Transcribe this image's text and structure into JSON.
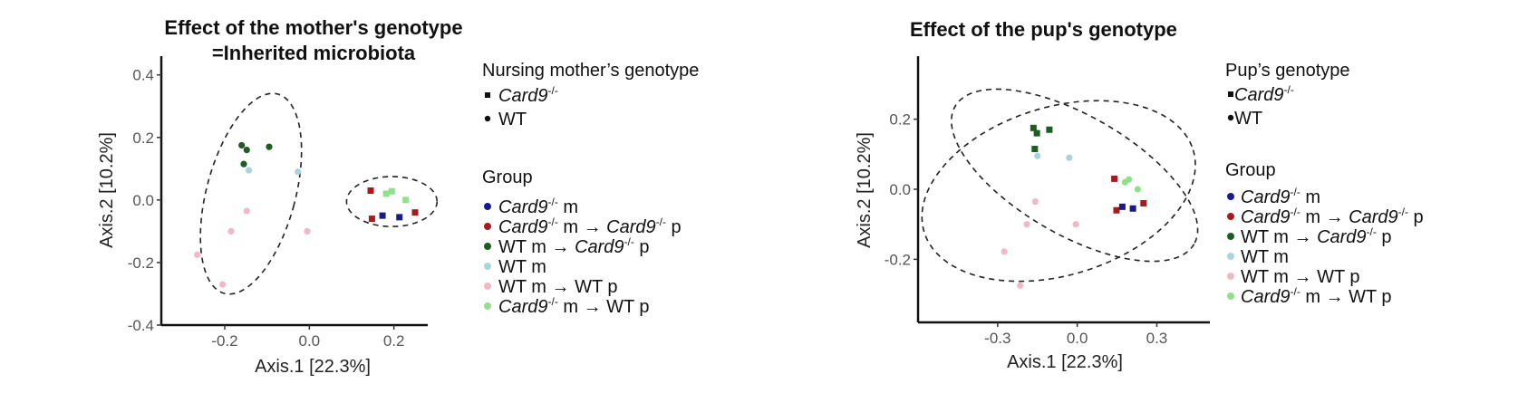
{
  "colors": {
    "card9_m": "#1a1a8c",
    "card9_m_to_card9_p": "#a61b1b",
    "wt_m_to_card9_p": "#1b5e20",
    "wt_m": "#a8d4dc",
    "wt_m_to_wt_p": "#f2b8c6",
    "card9_m_to_wt_p": "#90e08c"
  },
  "legend_shapes": {
    "title": "",
    "items": [
      {
        "shape": "square",
        "name": "Card9",
        "sup": "-/-",
        "italic": true
      },
      {
        "shape": "circle",
        "name": "WT",
        "sup": "",
        "italic": false
      }
    ]
  },
  "legend_groups": {
    "title": "Group",
    "items": [
      {
        "key": "card9_m",
        "parts": [
          {
            "t": "Card9",
            "i": true
          },
          {
            "t": "-/-",
            "sup": true
          },
          {
            "t": " m"
          }
        ]
      },
      {
        "key": "card9_m_to_card9_p",
        "parts": [
          {
            "t": "Card9",
            "i": true
          },
          {
            "t": "-/-",
            "sup": true
          },
          {
            "t": " m → "
          },
          {
            "t": "Card9",
            "i": true
          },
          {
            "t": "-/-",
            "sup": true
          },
          {
            "t": " p"
          }
        ]
      },
      {
        "key": "wt_m_to_card9_p",
        "parts": [
          {
            "t": "WT m → "
          },
          {
            "t": "Card9",
            "i": true
          },
          {
            "t": "-/-",
            "sup": true
          },
          {
            "t": " p"
          }
        ]
      },
      {
        "key": "wt_m",
        "parts": [
          {
            "t": "WT m"
          }
        ]
      },
      {
        "key": "wt_m_to_wt_p",
        "parts": [
          {
            "t": "WT m → WT p"
          }
        ]
      },
      {
        "key": "card9_m_to_wt_p",
        "parts": [
          {
            "t": "Card9",
            "i": true
          },
          {
            "t": "-/-",
            "sup": true
          },
          {
            "t": " m → WT p"
          }
        ]
      }
    ]
  },
  "chart_data": [
    {
      "type": "scatter",
      "title_lines": [
        "Effect of the mother's genotype",
        "=Inherited microbiota"
      ],
      "xlabel": "Axis.1   [22.3%]",
      "ylabel": "Axis.2   [10.2%]",
      "xlim": [
        -0.35,
        0.28
      ],
      "ylim": [
        -0.4,
        0.46
      ],
      "xticks": [
        -0.2,
        0.0,
        0.2
      ],
      "xtick_labels": [
        "-0.2",
        "0.0",
        "0.2"
      ],
      "yticks": [
        -0.4,
        -0.2,
        0.0,
        0.2,
        0.4
      ],
      "ytick_labels": [
        "-0.4",
        "-0.2",
        "0.0",
        "0.2",
        "0.4"
      ],
      "shape_legend_title": "Nursing mother’s genotype",
      "ellipses": [
        {
          "cx": -0.138,
          "cy": 0.02,
          "rx": 0.105,
          "ry": 0.33,
          "angle": 15
        },
        {
          "cx": 0.195,
          "cy": -0.005,
          "rx": 0.107,
          "ry": 0.08,
          "angle": 0
        }
      ],
      "points": [
        {
          "x": -0.16,
          "y": 0.175,
          "group": "wt_m_to_card9_p",
          "shape": "circle"
        },
        {
          "x": -0.148,
          "y": 0.16,
          "group": "wt_m_to_card9_p",
          "shape": "circle"
        },
        {
          "x": -0.095,
          "y": 0.17,
          "group": "wt_m_to_card9_p",
          "shape": "circle"
        },
        {
          "x": -0.155,
          "y": 0.115,
          "group": "wt_m_to_card9_p",
          "shape": "circle"
        },
        {
          "x": -0.143,
          "y": 0.095,
          "group": "wt_m",
          "shape": "circle"
        },
        {
          "x": -0.027,
          "y": 0.09,
          "group": "wt_m",
          "shape": "circle"
        },
        {
          "x": -0.148,
          "y": -0.035,
          "group": "wt_m_to_wt_p",
          "shape": "circle"
        },
        {
          "x": -0.005,
          "y": -0.1,
          "group": "wt_m_to_wt_p",
          "shape": "circle"
        },
        {
          "x": -0.185,
          "y": -0.1,
          "group": "wt_m_to_wt_p",
          "shape": "circle"
        },
        {
          "x": -0.265,
          "y": -0.175,
          "group": "wt_m_to_wt_p",
          "shape": "circle"
        },
        {
          "x": -0.205,
          "y": -0.27,
          "group": "wt_m_to_wt_p",
          "shape": "circle"
        },
        {
          "x": 0.145,
          "y": 0.03,
          "group": "card9_m_to_card9_p",
          "shape": "square"
        },
        {
          "x": 0.148,
          "y": -0.06,
          "group": "card9_m_to_card9_p",
          "shape": "square"
        },
        {
          "x": 0.25,
          "y": -0.04,
          "group": "card9_m_to_card9_p",
          "shape": "square"
        },
        {
          "x": 0.173,
          "y": -0.05,
          "group": "card9_m",
          "shape": "square"
        },
        {
          "x": 0.213,
          "y": -0.055,
          "group": "card9_m",
          "shape": "square"
        },
        {
          "x": 0.182,
          "y": 0.02,
          "group": "card9_m_to_wt_p",
          "shape": "square"
        },
        {
          "x": 0.195,
          "y": 0.028,
          "group": "card9_m_to_wt_p",
          "shape": "square"
        },
        {
          "x": 0.228,
          "y": 0.0,
          "group": "card9_m_to_wt_p",
          "shape": "square"
        }
      ]
    },
    {
      "type": "scatter",
      "title_lines": [
        "Effect of the pup's genotype"
      ],
      "xlabel": "Axis.1   [22.3%]",
      "ylabel": "Axis.2   [10.2%]",
      "xlim": [
        -0.6,
        0.5
      ],
      "ylim": [
        -0.38,
        0.38
      ],
      "xticks": [
        -0.3,
        0.0,
        0.3
      ],
      "xtick_labels": [
        "-0.3",
        "0.0",
        "0.3"
      ],
      "yticks": [
        -0.2,
        0.0,
        0.2
      ],
      "ytick_labels": [
        "-0.2",
        "0.0",
        "0.2"
      ],
      "shape_legend_title": "Pup’s genotype",
      "ellipses": [
        {
          "cx": -0.07,
          "cy": -0.005,
          "rx": 0.53,
          "ry": 0.24,
          "angle": -17
        },
        {
          "cx": -0.01,
          "cy": 0.04,
          "rx": 0.52,
          "ry": 0.17,
          "angle": 30
        }
      ],
      "points": [
        {
          "x": -0.165,
          "y": 0.175,
          "group": "wt_m_to_card9_p",
          "shape": "square"
        },
        {
          "x": -0.152,
          "y": 0.16,
          "group": "wt_m_to_card9_p",
          "shape": "square"
        },
        {
          "x": -0.105,
          "y": 0.17,
          "group": "wt_m_to_card9_p",
          "shape": "square"
        },
        {
          "x": -0.16,
          "y": 0.115,
          "group": "wt_m_to_card9_p",
          "shape": "square"
        },
        {
          "x": -0.15,
          "y": 0.095,
          "group": "wt_m",
          "shape": "circle"
        },
        {
          "x": -0.03,
          "y": 0.09,
          "group": "wt_m",
          "shape": "circle"
        },
        {
          "x": -0.158,
          "y": -0.035,
          "group": "wt_m_to_wt_p",
          "shape": "circle"
        },
        {
          "x": -0.005,
          "y": -0.1,
          "group": "wt_m_to_wt_p",
          "shape": "circle"
        },
        {
          "x": -0.19,
          "y": -0.1,
          "group": "wt_m_to_wt_p",
          "shape": "circle"
        },
        {
          "x": -0.275,
          "y": -0.178,
          "group": "wt_m_to_wt_p",
          "shape": "circle"
        },
        {
          "x": -0.215,
          "y": -0.275,
          "group": "wt_m_to_wt_p",
          "shape": "circle"
        },
        {
          "x": 0.14,
          "y": 0.03,
          "group": "card9_m_to_card9_p",
          "shape": "square"
        },
        {
          "x": 0.148,
          "y": -0.06,
          "group": "card9_m_to_card9_p",
          "shape": "square"
        },
        {
          "x": 0.25,
          "y": -0.04,
          "group": "card9_m_to_card9_p",
          "shape": "square"
        },
        {
          "x": 0.17,
          "y": -0.05,
          "group": "card9_m",
          "shape": "square"
        },
        {
          "x": 0.21,
          "y": -0.055,
          "group": "card9_m",
          "shape": "square"
        },
        {
          "x": 0.18,
          "y": 0.02,
          "group": "card9_m_to_wt_p",
          "shape": "circle"
        },
        {
          "x": 0.195,
          "y": 0.028,
          "group": "card9_m_to_wt_p",
          "shape": "circle"
        },
        {
          "x": 0.228,
          "y": 0.0,
          "group": "card9_m_to_wt_p",
          "shape": "circle"
        }
      ]
    }
  ]
}
